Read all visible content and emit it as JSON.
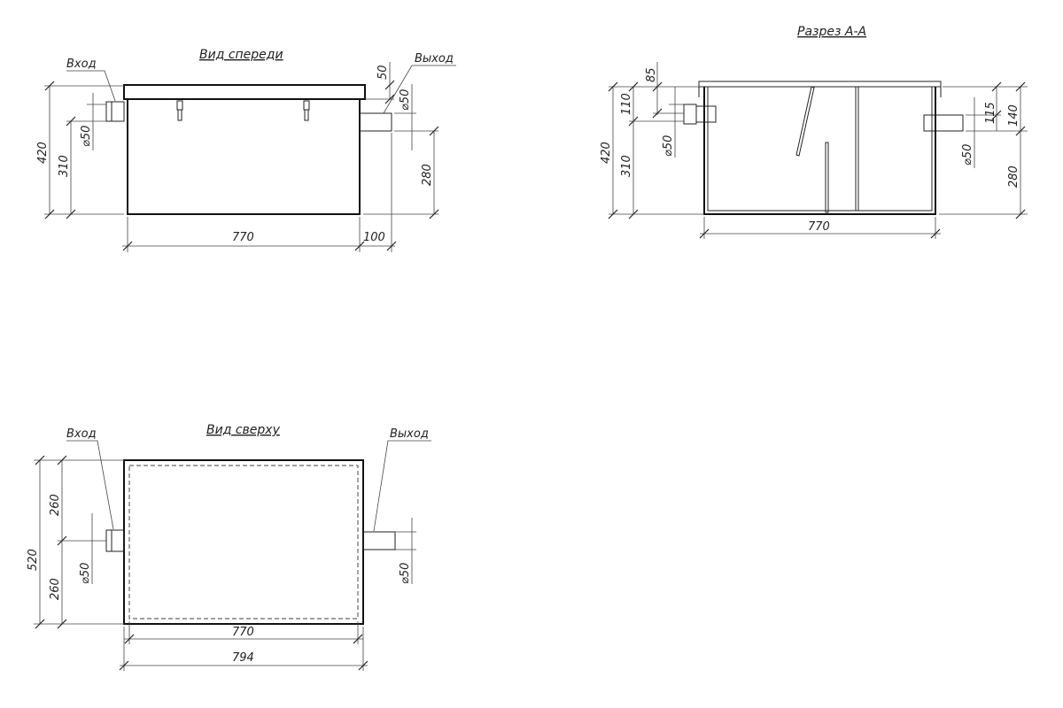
{
  "front_view": {
    "title": "Вид спереди",
    "inlet_label": "Вход",
    "outlet_label": "Выход",
    "dims": {
      "total_height": "420",
      "inlet_height": "310",
      "inlet_diameter": "⌀50",
      "lid": "50",
      "outlet_diameter": "⌀50",
      "outlet_height": "280",
      "length": "770",
      "outlet_length": "100"
    }
  },
  "section_view": {
    "title": "Разрез А-А",
    "dims": {
      "total_height": "420",
      "inlet_height": "310",
      "inlet_offset": "110",
      "top_offset": "85",
      "inlet_diameter": "⌀50",
      "outlet_diameter": "⌀50",
      "outlet_offset": "115",
      "outlet_top": "140",
      "outlet_height": "280",
      "length": "770"
    }
  },
  "top_view": {
    "title": "Вид сверху",
    "inlet_label": "Вход",
    "outlet_label": "Выход",
    "dims": {
      "width": "520",
      "half_upper": "260",
      "half_lower": "260",
      "inlet_diameter": "⌀50",
      "outlet_diameter": "⌀50",
      "inner_length": "770",
      "outer_length": "794"
    }
  }
}
